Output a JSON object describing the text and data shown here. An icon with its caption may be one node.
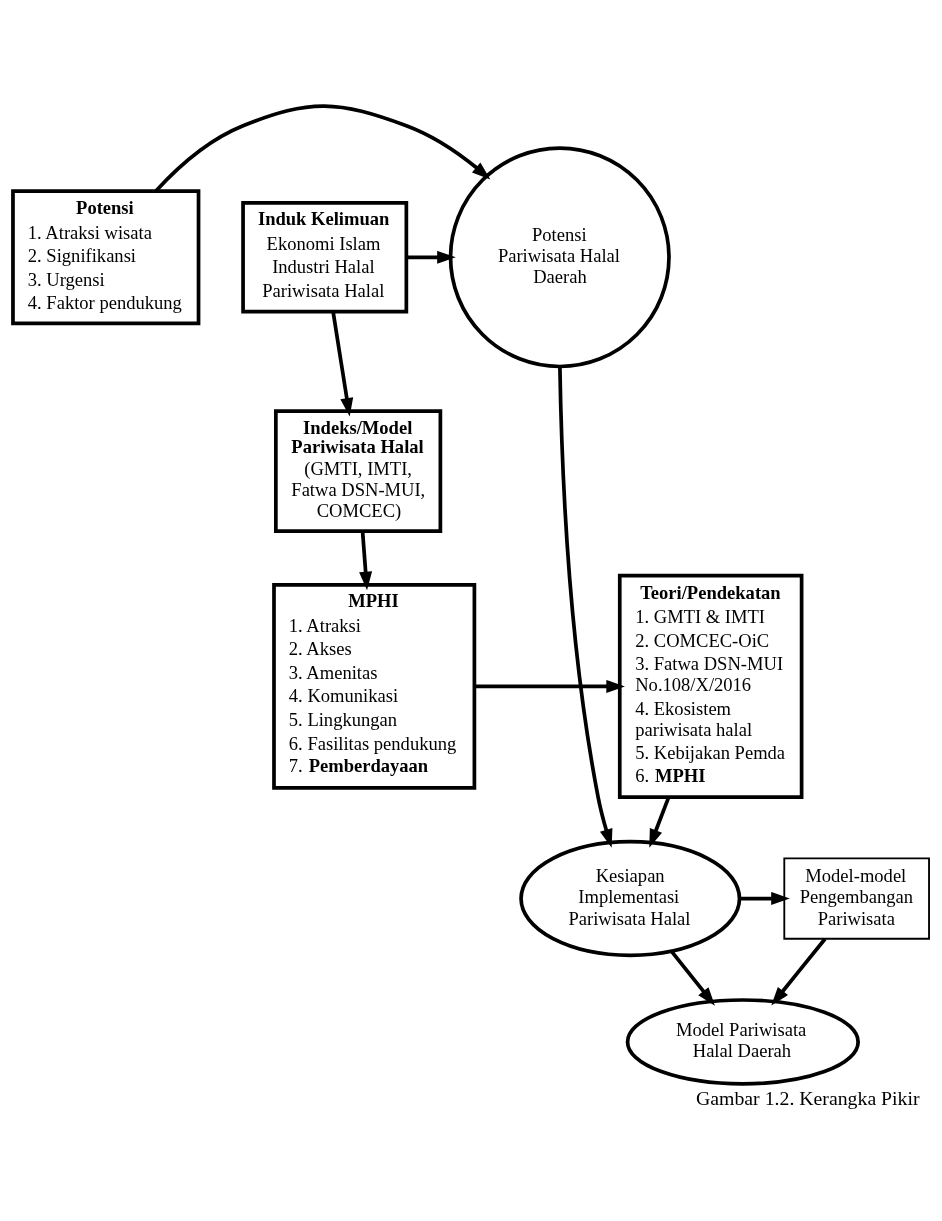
{
  "diagram": {
    "caption": "Gambar 1.2. Kerangka Pikir",
    "nodes": [
      {
        "text": [
          "Potensi",
          "1. Atraksi wisata",
          "2. Signifikansi",
          "3. Urgensi",
          "4. Faktor pendukung"
        ]
      },
      {
        "text": [
          "Potensi Pariwisata Halal Daerah"
        ]
      },
      {
        "text": [
          "Induk Kelimuan",
          "Ekonomi Islam",
          "Industri Halal",
          "Pariwisata Halal"
        ]
      },
      {
        "text": [
          "Indeks/Model Pariwisata Halal",
          "(GMTI, IMTI, Fatwa DSN-MUI, COMCEC)"
        ]
      },
      {
        "text": [
          "MPHI",
          "1. Atraksi",
          "2. Akses",
          "3. Amenitas",
          "4. Komunikasi",
          "5. Lingkungan",
          "6. Fasilitas pendukung",
          "7. **Pemberdayaan**"
        ]
      },
      {
        "text": [
          "Teori/Pendekatan",
          "1. GMTI & IMTI",
          "2. COMCEC-OiC",
          "3. Fatwa DSN-MUI No.108/X/2016",
          "4. Ekosistem pariwisata halal",
          "5. Kebijakan Pemda",
          "6. **MPHI**"
        ]
      },
      {
        "text": [
          "Kesiapan Implementasi Pariwisata Halal"
        ]
      },
      {
        "text": [
          "Model-model Pengembangan Pariwisata"
        ]
      },
      {
        "text": [
          "Model Pariwisata Halal Daerah"
        ]
      }
    ],
    "edges": [
      {
        "from": 0,
        "to": 1,
        "arrow": "to"
      },
      {
        "from": 2,
        "to": 1,
        "arrow": "to"
      },
      {
        "from": 2,
        "to": 3,
        "arrow": "to"
      },
      {
        "from": 3,
        "to": 4,
        "arrow": "to"
      },
      {
        "from": 4,
        "to": 5,
        "arrow": "to"
      },
      {
        "from": 1,
        "to": 6,
        "arrow": "to"
      },
      {
        "from": 5,
        "to": 6,
        "arrow": "to"
      },
      {
        "from": 6,
        "to": 7,
        "arrow": "to"
      },
      {
        "from": 7,
        "to": 8,
        "arrow": "to"
      },
      {
        "from": 6,
        "to": 8,
        "arrow": "to"
      }
    ]
  }
}
